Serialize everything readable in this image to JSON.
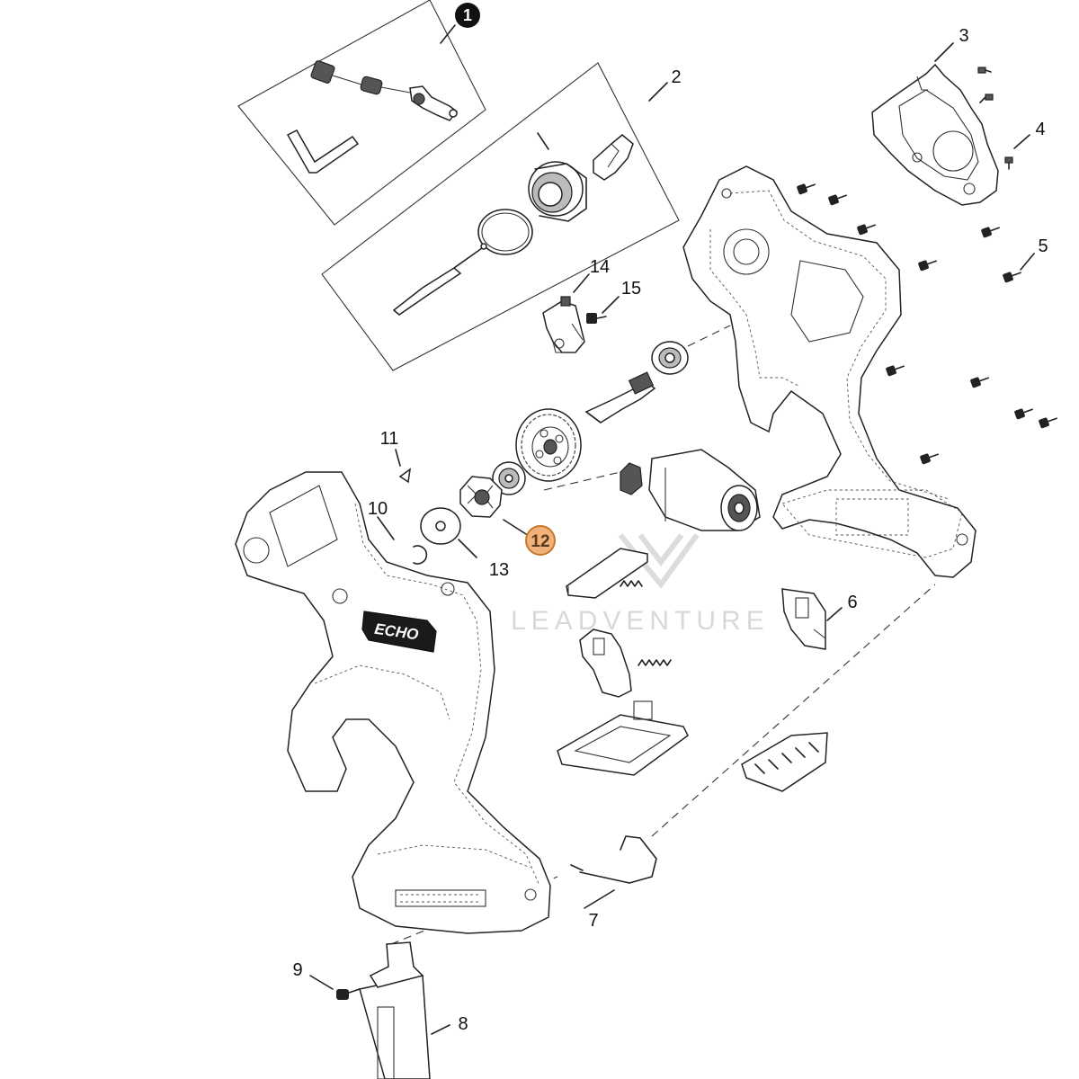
{
  "watermark": {
    "text": "LEADVENTURE"
  },
  "brand": {
    "text": "ECHO"
  },
  "callouts": [
    {
      "id": "1",
      "label": "1",
      "style": "badge"
    },
    {
      "id": "2",
      "label": "2"
    },
    {
      "id": "3",
      "label": "3"
    },
    {
      "id": "4",
      "label": "4"
    },
    {
      "id": "5",
      "label": "5"
    },
    {
      "id": "6",
      "label": "6"
    },
    {
      "id": "7",
      "label": "7"
    },
    {
      "id": "8",
      "label": "8"
    },
    {
      "id": "9",
      "label": "9"
    },
    {
      "id": "10",
      "label": "10"
    },
    {
      "id": "11",
      "label": "11"
    },
    {
      "id": "12",
      "label": "12",
      "style": "highlight"
    },
    {
      "id": "13",
      "label": "13"
    },
    {
      "id": "14",
      "label": "14"
    },
    {
      "id": "15",
      "label": "15"
    }
  ],
  "colors": {
    "highlight_fill": "#f0b27a",
    "highlight_stroke": "#c8782a",
    "badge": "#111111",
    "line": "#222222"
  }
}
